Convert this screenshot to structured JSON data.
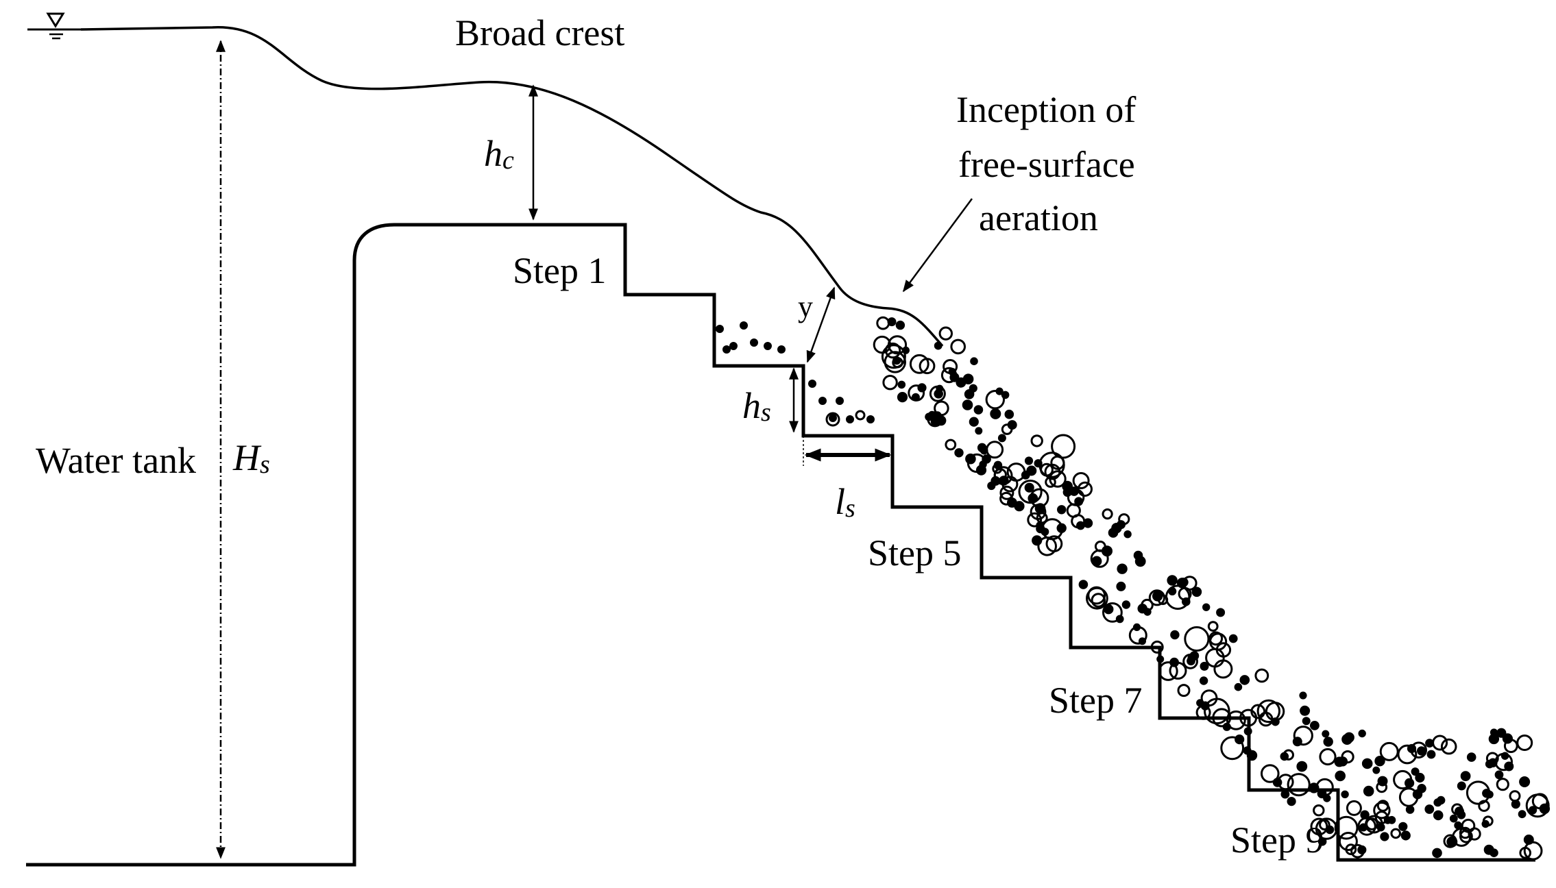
{
  "labels": {
    "broad_crest": "Broad crest",
    "inception_line1": "Inception of",
    "inception_line2": "free-surface",
    "inception_line3": "aeration",
    "water_tank": "Water tank",
    "step1": "Step 1",
    "step5": "Step 5",
    "step7": "Step 7",
    "step9": "Step 9",
    "y": "y"
  },
  "dimensions": {
    "hc_main": "h",
    "hc_sub": "c",
    "Hs_main": "H",
    "Hs_sub": "s",
    "hs_main": "h",
    "hs_sub": "s",
    "ls_main": "l",
    "ls_sub": "s"
  },
  "icons": {
    "water_level": "free-surface-triangle-icon",
    "aeration_pointer": "arrow-icon"
  }
}
